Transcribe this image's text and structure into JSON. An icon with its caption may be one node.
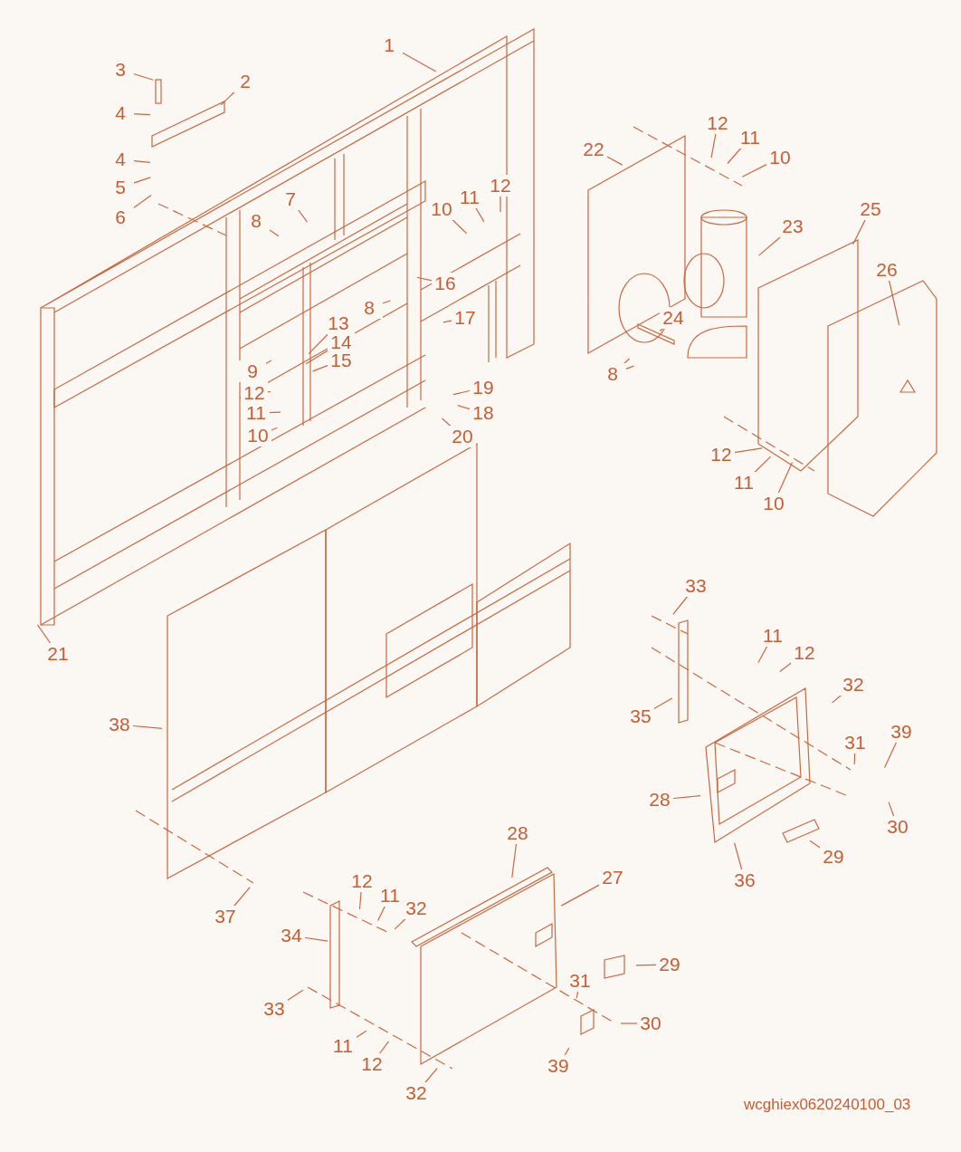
{
  "diagram": {
    "nodes": [
      {
        "text": [
          "1"
        ]
      },
      {
        "text": [
          "2"
        ]
      },
      {
        "text": [
          "3"
        ]
      },
      {
        "text": [
          "4"
        ]
      },
      {
        "text": [
          "4"
        ]
      },
      {
        "text": [
          "5"
        ]
      },
      {
        "text": [
          "6"
        ]
      },
      {
        "text": [
          "7"
        ]
      },
      {
        "text": [
          "8"
        ]
      },
      {
        "text": [
          "10"
        ]
      },
      {
        "text": [
          "11"
        ]
      },
      {
        "text": [
          "12"
        ]
      },
      {
        "text": [
          "16"
        ]
      },
      {
        "text": [
          "8"
        ]
      },
      {
        "text": [
          "17"
        ]
      },
      {
        "text": [
          "13"
        ]
      },
      {
        "text": [
          "14"
        ]
      },
      {
        "text": [
          "15"
        ]
      },
      {
        "text": [
          "9"
        ]
      },
      {
        "text": [
          "12"
        ]
      },
      {
        "text": [
          "11"
        ]
      },
      {
        "text": [
          "10"
        ]
      },
      {
        "text": [
          "19"
        ]
      },
      {
        "text": [
          "18"
        ]
      },
      {
        "text": [
          "20"
        ]
      },
      {
        "text": [
          "21"
        ]
      },
      {
        "text": [
          "22"
        ]
      },
      {
        "text": [
          "12"
        ]
      },
      {
        "text": [
          "11"
        ]
      },
      {
        "text": [
          "10"
        ]
      },
      {
        "text": [
          "23"
        ]
      },
      {
        "text": [
          "25"
        ]
      },
      {
        "text": [
          "26"
        ]
      },
      {
        "text": [
          "24"
        ]
      },
      {
        "text": [
          "8"
        ]
      },
      {
        "text": [
          "12"
        ]
      },
      {
        "text": [
          "11"
        ]
      },
      {
        "text": [
          "10"
        ]
      },
      {
        "text": [
          "38"
        ]
      },
      {
        "text": [
          "33"
        ]
      },
      {
        "text": [
          "11"
        ]
      },
      {
        "text": [
          "12"
        ]
      },
      {
        "text": [
          "32"
        ]
      },
      {
        "text": [
          "35"
        ]
      },
      {
        "text": [
          "31"
        ]
      },
      {
        "text": [
          "39"
        ]
      },
      {
        "text": [
          "28"
        ]
      },
      {
        "text": [
          "30"
        ]
      },
      {
        "text": [
          "29"
        ]
      },
      {
        "text": [
          "36"
        ]
      },
      {
        "text": [
          "28"
        ]
      },
      {
        "text": [
          "27"
        ]
      },
      {
        "text": [
          "37"
        ]
      },
      {
        "text": [
          "12"
        ]
      },
      {
        "text": [
          "11"
        ]
      },
      {
        "text": [
          "32"
        ]
      },
      {
        "text": [
          "34"
        ]
      },
      {
        "text": [
          "29"
        ]
      },
      {
        "text": [
          "31"
        ]
      },
      {
        "text": [
          "33"
        ]
      },
      {
        "text": [
          "30"
        ]
      },
      {
        "text": [
          "11"
        ]
      },
      {
        "text": [
          "12"
        ]
      },
      {
        "text": [
          "39"
        ]
      },
      {
        "text": [
          "32"
        ]
      }
    ],
    "edges": [
      {
        "from": 0,
        "to": null,
        "arrow": "none"
      },
      {
        "from": 1,
        "to": null,
        "arrow": "none"
      },
      {
        "from": 2,
        "to": null,
        "arrow": "none"
      },
      {
        "from": 3,
        "to": null,
        "arrow": "none"
      },
      {
        "from": 4,
        "to": null,
        "arrow": "none"
      },
      {
        "from": 5,
        "to": null,
        "arrow": "none"
      },
      {
        "from": 6,
        "to": null,
        "arrow": "none"
      },
      {
        "from": 7,
        "to": null,
        "arrow": "none"
      },
      {
        "from": 8,
        "to": null,
        "arrow": "none"
      },
      {
        "from": 9,
        "to": null,
        "arrow": "none"
      },
      {
        "from": 10,
        "to": null,
        "arrow": "none"
      },
      {
        "from": 11,
        "to": null,
        "arrow": "none"
      },
      {
        "from": 12,
        "to": null,
        "arrow": "none"
      },
      {
        "from": 13,
        "to": null,
        "arrow": "none"
      },
      {
        "from": 14,
        "to": null,
        "arrow": "none"
      },
      {
        "from": 15,
        "to": null,
        "arrow": "none"
      },
      {
        "from": 16,
        "to": null,
        "arrow": "none"
      },
      {
        "from": 17,
        "to": null,
        "arrow": "none"
      },
      {
        "from": 18,
        "to": null,
        "arrow": "none"
      },
      {
        "from": 19,
        "to": null,
        "arrow": "none"
      },
      {
        "from": 20,
        "to": null,
        "arrow": "none"
      },
      {
        "from": 21,
        "to": null,
        "arrow": "none"
      },
      {
        "from": 22,
        "to": null,
        "arrow": "none"
      },
      {
        "from": 23,
        "to": null,
        "arrow": "none"
      },
      {
        "from": 24,
        "to": null,
        "arrow": "none"
      },
      {
        "from": 25,
        "to": null,
        "arrow": "none"
      },
      {
        "from": 26,
        "to": null,
        "arrow": "none"
      },
      {
        "from": 27,
        "to": null,
        "arrow": "none"
      },
      {
        "from": 28,
        "to": null,
        "arrow": "none"
      },
      {
        "from": 29,
        "to": null,
        "arrow": "none"
      },
      {
        "from": 30,
        "to": null,
        "arrow": "none"
      },
      {
        "from": 31,
        "to": null,
        "arrow": "none"
      },
      {
        "from": 32,
        "to": null,
        "arrow": "none"
      },
      {
        "from": 33,
        "to": null,
        "arrow": "none"
      },
      {
        "from": 34,
        "to": null,
        "arrow": "none"
      },
      {
        "from": 35,
        "to": null,
        "arrow": "none"
      },
      {
        "from": 36,
        "to": null,
        "arrow": "none"
      },
      {
        "from": 37,
        "to": null,
        "arrow": "none"
      },
      {
        "from": 38,
        "to": null,
        "arrow": "none"
      },
      {
        "from": 39,
        "to": null,
        "arrow": "none"
      },
      {
        "from": 40,
        "to": null,
        "arrow": "none"
      },
      {
        "from": 41,
        "to": null,
        "arrow": "none"
      },
      {
        "from": 42,
        "to": null,
        "arrow": "none"
      },
      {
        "from": 43,
        "to": null,
        "arrow": "none"
      },
      {
        "from": 44,
        "to": null,
        "arrow": "none"
      },
      {
        "from": 45,
        "to": null,
        "arrow": "none"
      },
      {
        "from": 46,
        "to": null,
        "arrow": "none"
      },
      {
        "from": 47,
        "to": null,
        "arrow": "none"
      },
      {
        "from": 48,
        "to": null,
        "arrow": "none"
      },
      {
        "from": 49,
        "to": null,
        "arrow": "none"
      },
      {
        "from": 50,
        "to": null,
        "arrow": "none"
      },
      {
        "from": 51,
        "to": null,
        "arrow": "none"
      },
      {
        "from": 52,
        "to": null,
        "arrow": "none"
      },
      {
        "from": 53,
        "to": null,
        "arrow": "none"
      },
      {
        "from": 54,
        "to": null,
        "arrow": "none"
      },
      {
        "from": 55,
        "to": null,
        "arrow": "none"
      },
      {
        "from": 56,
        "to": null,
        "arrow": "none"
      },
      {
        "from": 57,
        "to": null,
        "arrow": "none"
      },
      {
        "from": 58,
        "to": null,
        "arrow": "none"
      },
      {
        "from": 59,
        "to": null,
        "arrow": "none"
      },
      {
        "from": 60,
        "to": null,
        "arrow": "none"
      },
      {
        "from": 61,
        "to": null,
        "arrow": "none"
      },
      {
        "from": 62,
        "to": null,
        "arrow": "none"
      },
      {
        "from": 63,
        "to": null,
        "arrow": "none"
      },
      {
        "from": 64,
        "to": null,
        "arrow": "none"
      },
      {
        "from": 34,
        "to": null,
        "arrow": "none"
      }
    ],
    "labels": [
      "wcghiex0620240100_03"
    ]
  }
}
